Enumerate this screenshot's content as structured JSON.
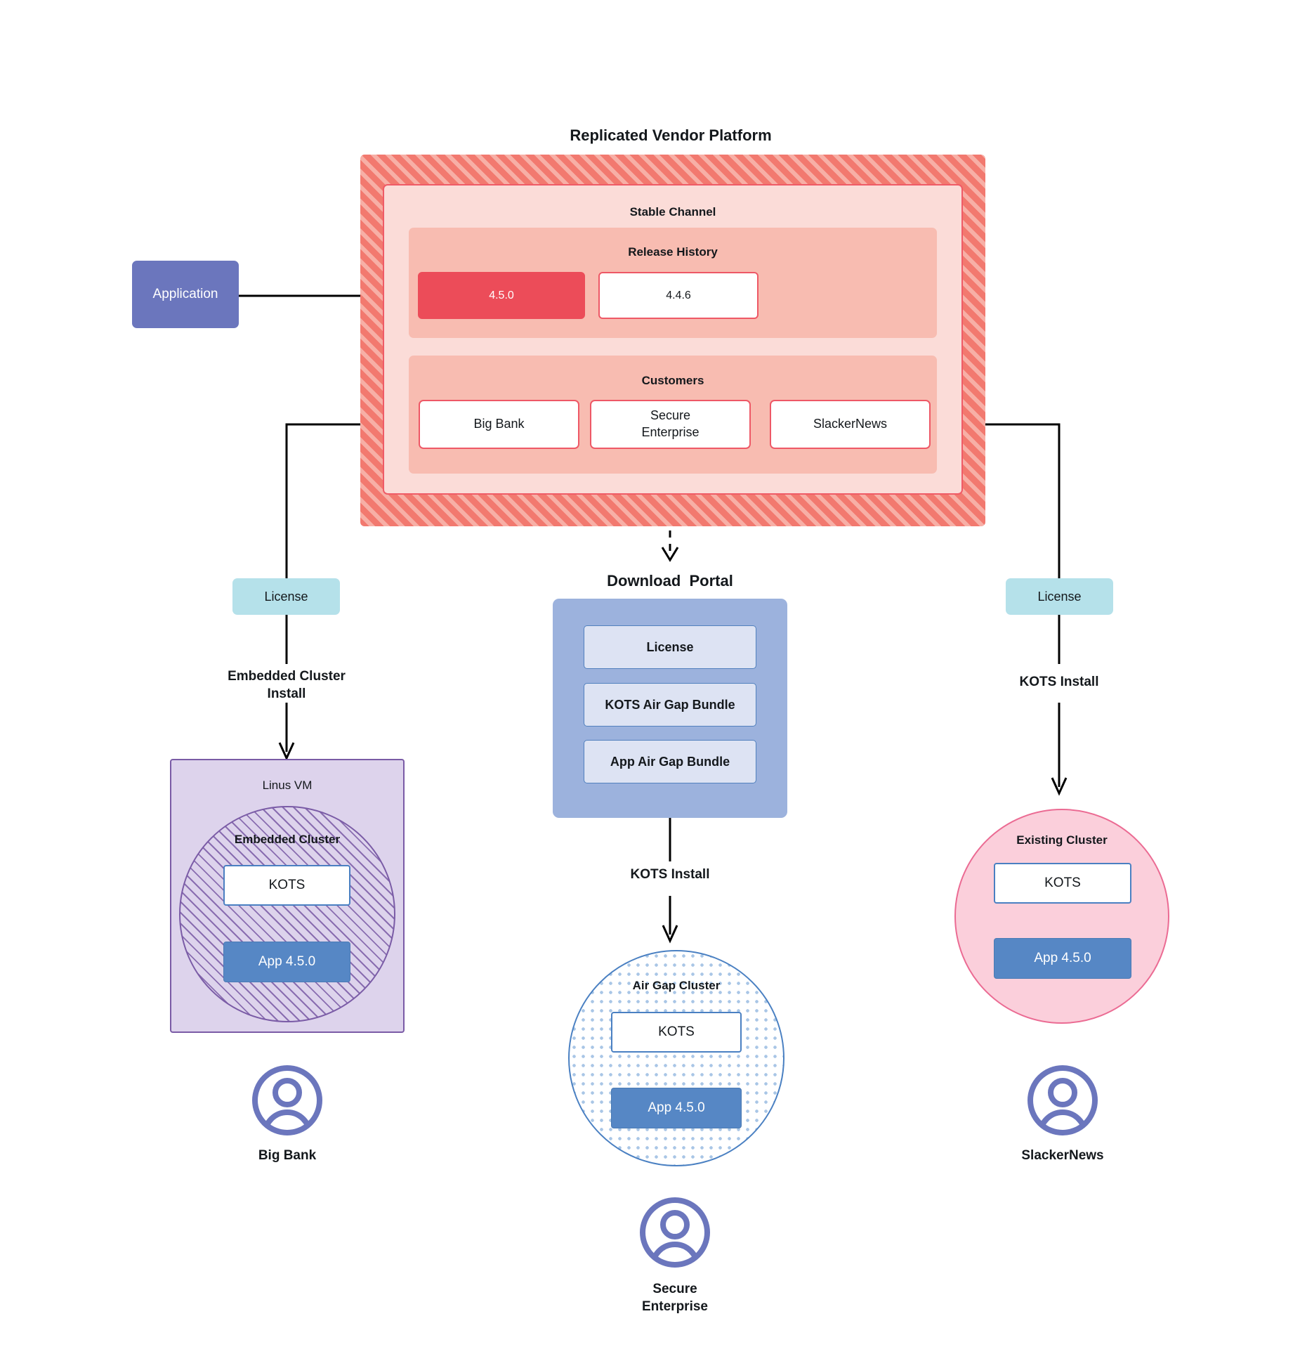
{
  "diagram": {
    "title": "Replicated Vendor Platform",
    "download_portal_title": "Download  Portal"
  },
  "application": {
    "label": "Application"
  },
  "platform": {
    "channel_title": "Stable Channel",
    "release_history": {
      "title": "Release History",
      "releases": [
        {
          "version": "4.5.0",
          "state": "current"
        },
        {
          "version": "4.4.6",
          "state": "previous"
        }
      ]
    },
    "customers": {
      "title": "Customers",
      "items": [
        {
          "name": "Big Bank"
        },
        {
          "name": "Secure\nEnterprise"
        },
        {
          "name": "SlackerNews"
        }
      ]
    }
  },
  "branches": {
    "left": {
      "license_label": "License",
      "install_label": "Embedded Cluster\nInstall",
      "vm_title": "Linus VM",
      "cluster_title": "Embedded Cluster",
      "kots_label": "KOTS",
      "app_label": "App 4.5.0",
      "persona_label": "Big Bank",
      "persona_icon": "user-avatar-icon"
    },
    "center": {
      "portal_items": [
        {
          "label": "License"
        },
        {
          "label": "KOTS Air Gap Bundle"
        },
        {
          "label": "App Air Gap Bundle"
        }
      ],
      "install_label": "KOTS Install",
      "cluster_title": "Air Gap Cluster",
      "kots_label": "KOTS",
      "app_label": "App 4.5.0",
      "persona_label": "Secure\nEnterprise",
      "persona_icon": "user-avatar-icon"
    },
    "right": {
      "license_label": "License",
      "install_label": "KOTS Install",
      "cluster_title": "Existing Cluster",
      "kots_label": "KOTS",
      "app_label": "App 4.5.0",
      "persona_label": "SlackerNews",
      "persona_icon": "user-avatar-icon"
    }
  },
  "colors": {
    "platform_hatch": "#f2796f",
    "channel_bg": "#fbdcd8",
    "band_bg": "#f8bcb1",
    "release_current": "#ec4c59",
    "release_border": "#ee5866",
    "application": "#6b76bd",
    "license": "#b5e1ea",
    "portal": "#9cb2dd",
    "portal_item": "#dde3f3",
    "vm": "#ddd3ec",
    "vm_border": "#7a5ba6",
    "airgap_border": "#4a80c2",
    "existing_cluster": "#fbcfdb",
    "existing_border": "#eb6b93",
    "app_version": "#5687c5",
    "kots_border": "#4a80c2",
    "persona": "#6b76bd"
  }
}
